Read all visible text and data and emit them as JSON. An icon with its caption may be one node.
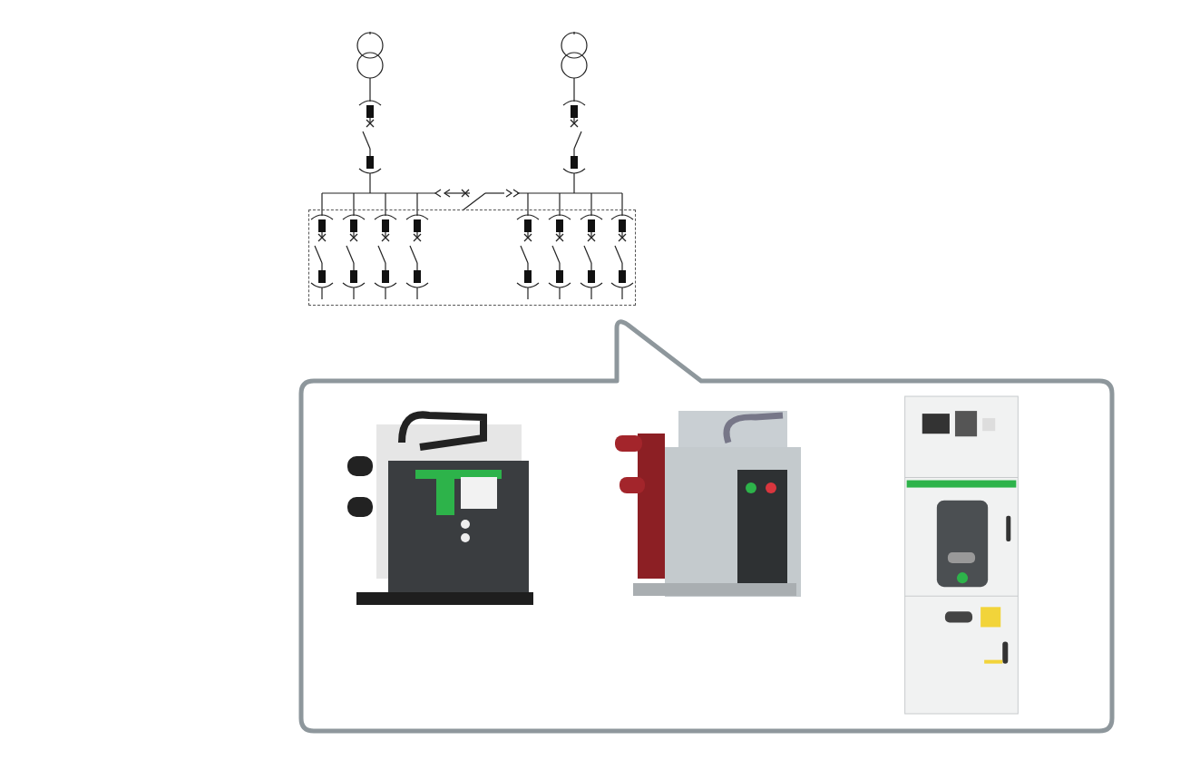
{
  "diagram": {
    "nodes": [
      {
        "text": [],
        "shape": "box"
      },
      {
        "text": [],
        "shape": "box"
      },
      {
        "text": [],
        "shape": "picture",
        "in": 1
      },
      {
        "text": [],
        "shape": "picture",
        "in": 1
      },
      {
        "text": [],
        "shape": "picture",
        "in": 1
      }
    ]
  }
}
